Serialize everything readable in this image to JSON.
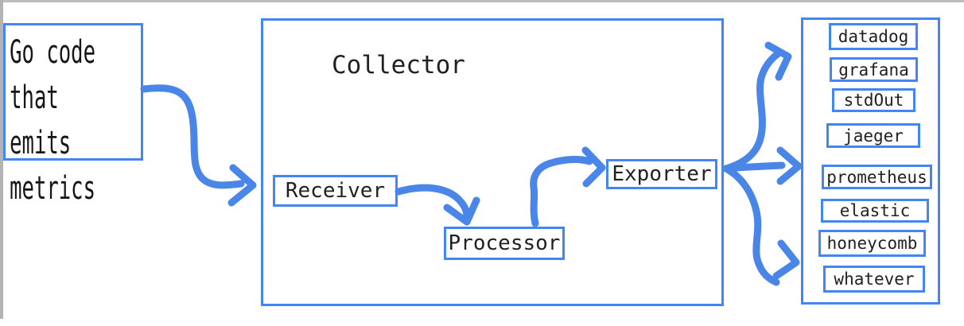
{
  "diagram": {
    "source": {
      "label": "Go code\nthat emits\nmetrics"
    },
    "collector": {
      "title": "Collector",
      "stages": [
        {
          "label": "Receiver"
        },
        {
          "label": "Processor"
        },
        {
          "label": "Exporter"
        }
      ]
    },
    "sinks": [
      {
        "label": "datadog"
      },
      {
        "label": "grafana"
      },
      {
        "label": "stdOut"
      },
      {
        "label": "jaeger"
      },
      {
        "label": "prometheus"
      },
      {
        "label": "elastic"
      },
      {
        "label": "honeycomb"
      },
      {
        "label": "whatever"
      }
    ],
    "colors": {
      "box_border": "#4285f4",
      "arrow": "#4a86e8",
      "text": "#212121"
    }
  }
}
